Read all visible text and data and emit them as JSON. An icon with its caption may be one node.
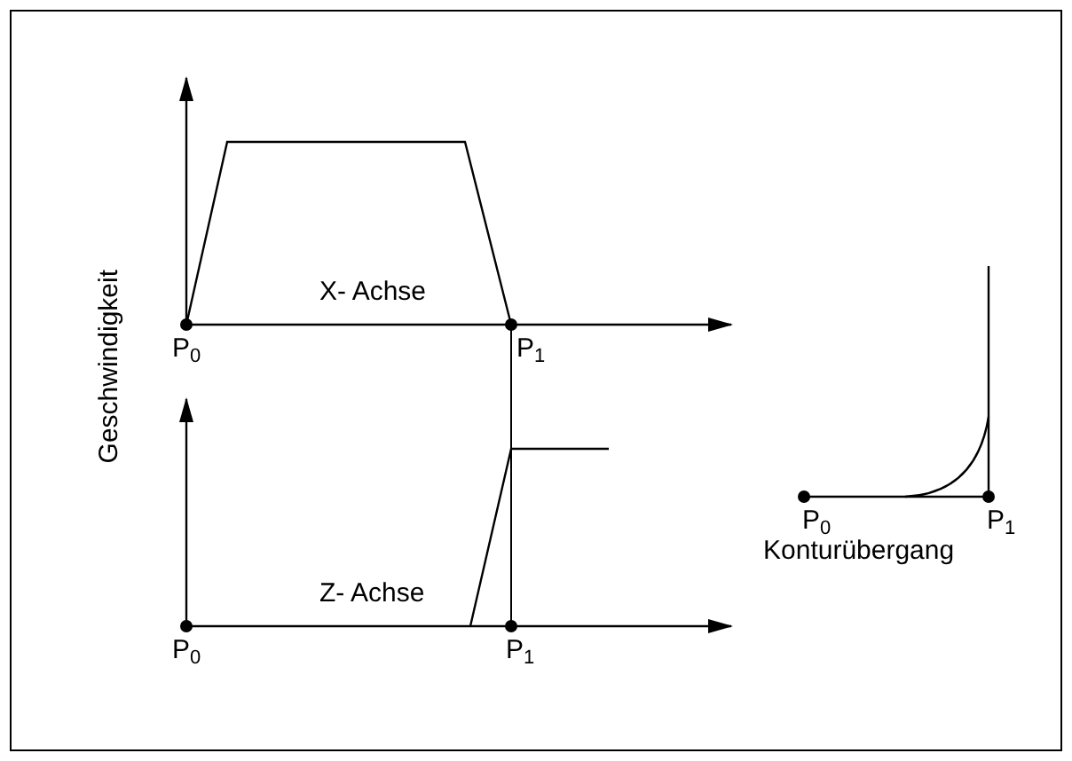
{
  "diagram": {
    "labels": [
      "Geschwindigkeit",
      "X- Achse",
      "P$_{0}$",
      "P$_{1}$",
      "Z- Achse",
      "P$_{0}$",
      "P$_{1}$",
      "P$_{0}$",
      "P$_{1}$",
      "Konturübergang"
    ]
  }
}
